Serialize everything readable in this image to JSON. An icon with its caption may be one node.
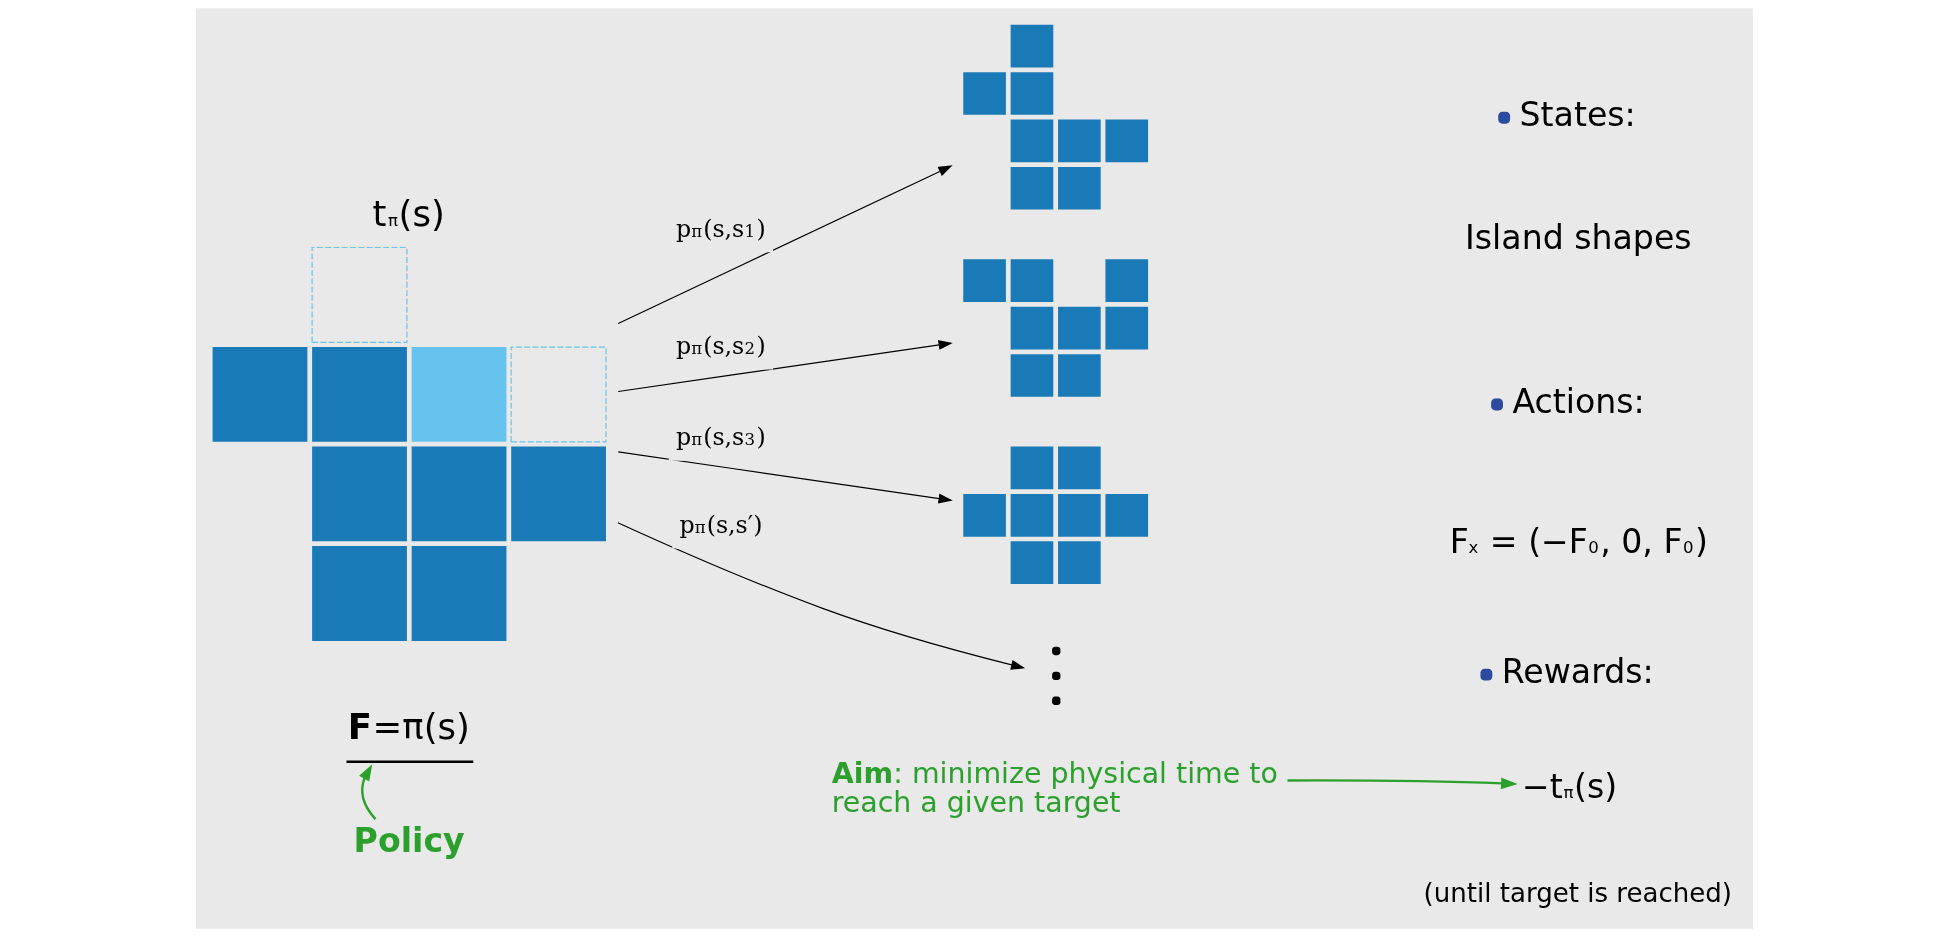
{
  "diagram": {
    "nodes": [
      {
        "text": [
          "t$_{π}$(s)"
        ]
      },
      {
        "text": [
          "**F**=π(s)"
        ]
      },
      {
        "text": [],
        "shape": "picture"
      },
      {
        "text": [],
        "shape": "picture"
      },
      {
        "text": [],
        "shape": "picture"
      },
      {
        "text": [],
        "shape": "picture"
      },
      {
        "text": [
          "Policy"
        ]
      },
      {
        "text": [
          "**Aim**: minimize physical time to reach a given target"
        ]
      },
      {
        "text": [
          "−t$_{π}$(s)"
        ]
      }
    ],
    "edges": [
      {
        "from": 0,
        "to": 2,
        "arrow": "to",
        "label": "p$_{π}$(s,s$_{1}$)"
      },
      {
        "from": 0,
        "to": 3,
        "arrow": "to",
        "label": "p$_{π}$(s,s$_{2}$)"
      },
      {
        "from": 0,
        "to": 4,
        "arrow": "to",
        "label": "p$_{π}$(s,s$_{3}$)"
      },
      {
        "from": 0,
        "to": 5,
        "arrow": "to",
        "label": "p$_{π}$(s,s′)"
      },
      {
        "from": 6,
        "to": 1,
        "arrow": "to",
        "color": "#2ca02c"
      },
      {
        "from": 7,
        "to": 8,
        "arrow": "to",
        "color": "#2ca02c"
      }
    ],
    "labels": [
      "States:",
      "Island shapes",
      "Actions:",
      "F$_{x}$ = (−F$_{0}$, 0, F$_{0}$)",
      "Rewards:",
      "(until target is reached)"
    ]
  }
}
